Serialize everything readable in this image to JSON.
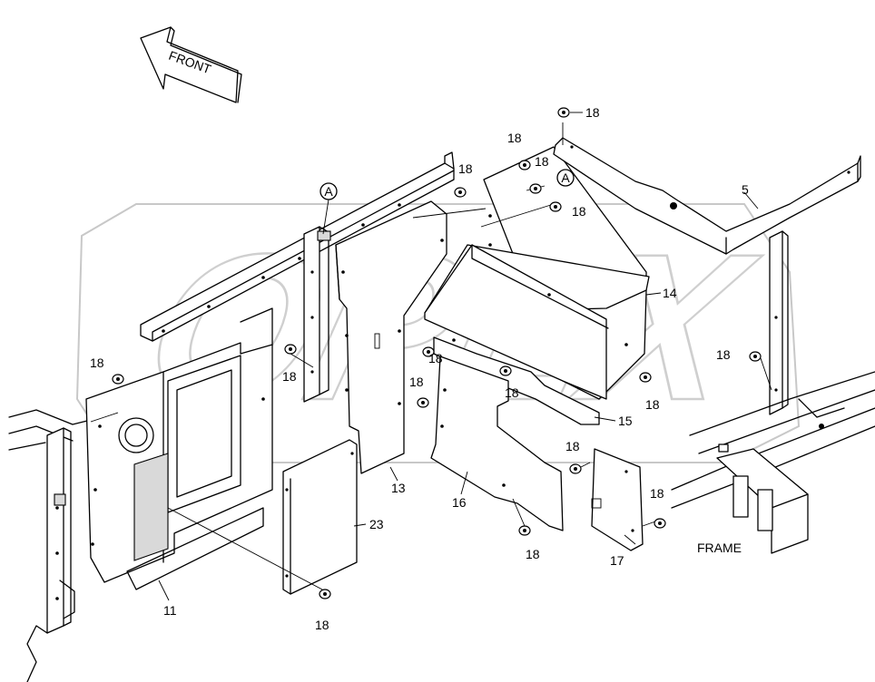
{
  "diagram": {
    "front_arrow_label": "FRONT",
    "frame_label": "FRAME",
    "ref_marker": "A",
    "watermark": "OPEX",
    "part_labels": {
      "p5": "5",
      "p11": "11",
      "p13": "13",
      "p14": "14",
      "p15": "15",
      "p16": "16",
      "p17": "17",
      "p18": "18",
      "p23": "23"
    }
  }
}
